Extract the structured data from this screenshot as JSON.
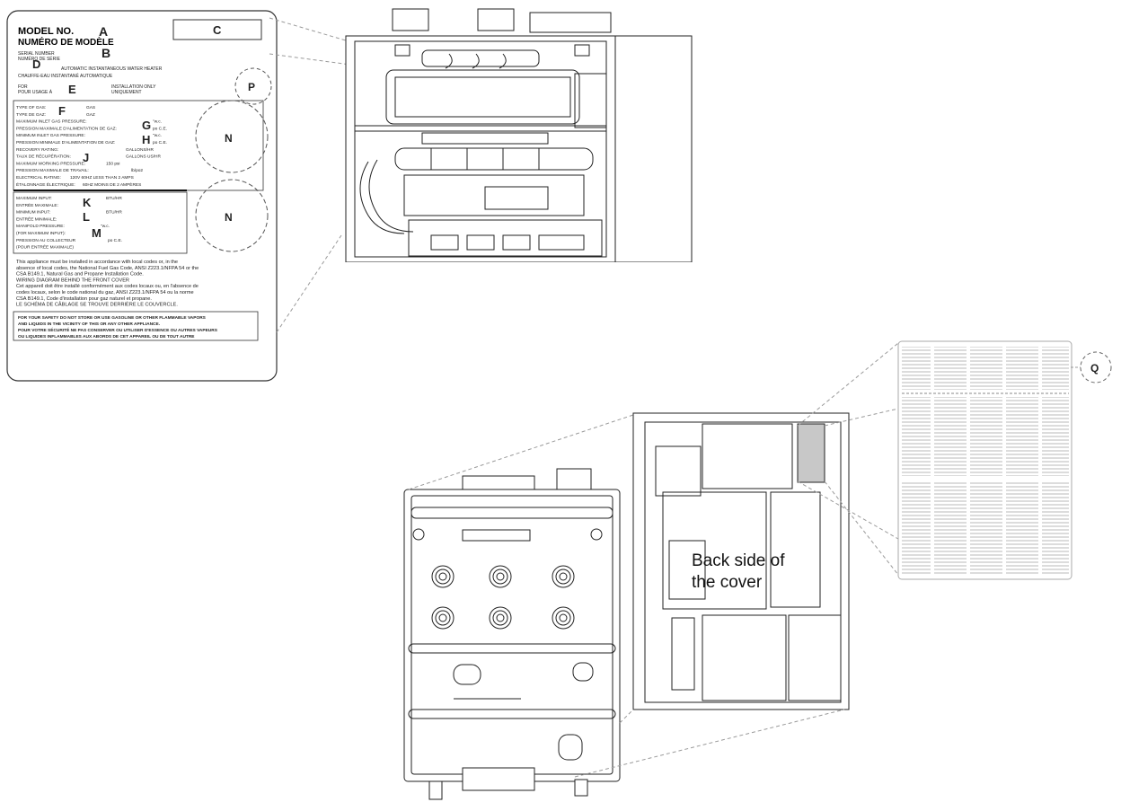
{
  "rating_label": {
    "model_no": "MODEL NO.",
    "numero_modele": "NUMÉRO DE MODÈLE",
    "serial_number": "SERIAL NUMBER",
    "numero_serie": "NUMÉRO DE SÉRIE",
    "automatic_heater": "AUTOMATIC INSTANTANEOUS WATER HEATER",
    "chauffe_eau": "CHAUFFE-EAU INSTANTANÉ AUTOMATIQUE",
    "for": "FOR",
    "pour_usage": "POUR USAGE À",
    "installation_only": "INSTALLATION ONLY",
    "uniquement": "UNIQUEMENT",
    "gas_lines": [
      "TYPE OF GAS:",
      "TYPE DE GAZ:",
      "MAXIMUM INLET GAS PRESSURE:",
      "PRESSION MAXIMALE D'ALIMENTATION DE GAZ:",
      "MINIMUM INLET GAS PRESSURE:",
      "PRESSION MINIMALE D'ALIMENTATION DE GAZ:",
      "RECOVERY RATING:",
      "TAUX DE RÉCUPÉRATION:",
      "MAXIMUM WORKING PRESSURE:",
      "PRESSION MAXIMALE DE TRAVAIL:",
      "ELECTRICAL RATING:",
      "ÉTALONNAGE ÉLECTRIQUE:"
    ],
    "gas_values": [
      "GAS",
      "GAZ",
      "\"w.c.",
      "po C.E.",
      "\"w.c.",
      "po C.E.",
      "GALLONS/HR",
      "GALLONS US/HR",
      "150 psi",
      "lb/po2",
      "120V 60HZ LESS THAN 2 AMPS",
      "60HZ MOINS DE 2 AMPÈRES"
    ],
    "input_lines": [
      "MAXIMUM INPUT:",
      "ENTRÉE MAXIMALE:",
      "MINIMUM INPUT:",
      "ENTRÉE MINIMALE:",
      "MANIFOLD PRESSURE:",
      "(FOR MAXIMUM INPUT):",
      "PRESSION AU COLLECTEUR",
      "(POUR ENTRÉE MAXIMALE)"
    ],
    "input_values": [
      "BTU/HR",
      "BTU/HR",
      "\"w.c.",
      "po C.E."
    ],
    "notice_lines": [
      "This appliance must be installed in accordance with local codes or, in the",
      "absence of local codes, the National Fuel Gas Code, ANSI Z223.1/NFPA 54 or the",
      "CSA B149.1, Natural Gas and Propane Installation Code.",
      "WIRING DIAGRAM BEHIND THE FRONT COVER",
      "Cet appareil doit être installé conformément aux codes locaux ou, en l'absence de",
      "codes locaux, selon le code national du gaz, ANSI Z223.1/NFPA 54 ou la norme",
      "CSA B149.1, Code d'installation pour gaz naturel et propane.",
      "LE SCHÉMA DE CÂBLAGE SE TROUVE DERRIÈRE LE COUVERCLE."
    ],
    "safety_lines": [
      "FOR YOUR SAFETY DO NOT STORE OR USE GASOLINE OR OTHER FLAMMABLE VAPORS",
      "AND LIQUIDS IN THE VICINITY OF THIS OR ANY OTHER APPLIANCE.",
      "POUR VOTRE SÉCURITÉ NE PAS CONSERVER OU UTILISER D'ESSENCE OU AUTRES VAPEURS",
      "OU LIQUIDES INFLAMMABLES AUX ABORDS DE CET APPAREIL OU DE TOUT AUTRE"
    ]
  },
  "callouts": {
    "A": "A",
    "B": "B",
    "C": "C",
    "D": "D",
    "E": "E",
    "F": "F",
    "G": "G",
    "H": "H",
    "J": "J",
    "K": "K",
    "L": "L",
    "M": "M",
    "N": "N",
    "P": "P",
    "Q": "Q"
  },
  "cover_label": "Back side of the cover",
  "cover_label_line1": "Back side of",
  "cover_label_line2": "the cover",
  "colors": {
    "stroke": "#222222",
    "dash": "#9a9a9a",
    "highlight": "#c8c8c8"
  }
}
